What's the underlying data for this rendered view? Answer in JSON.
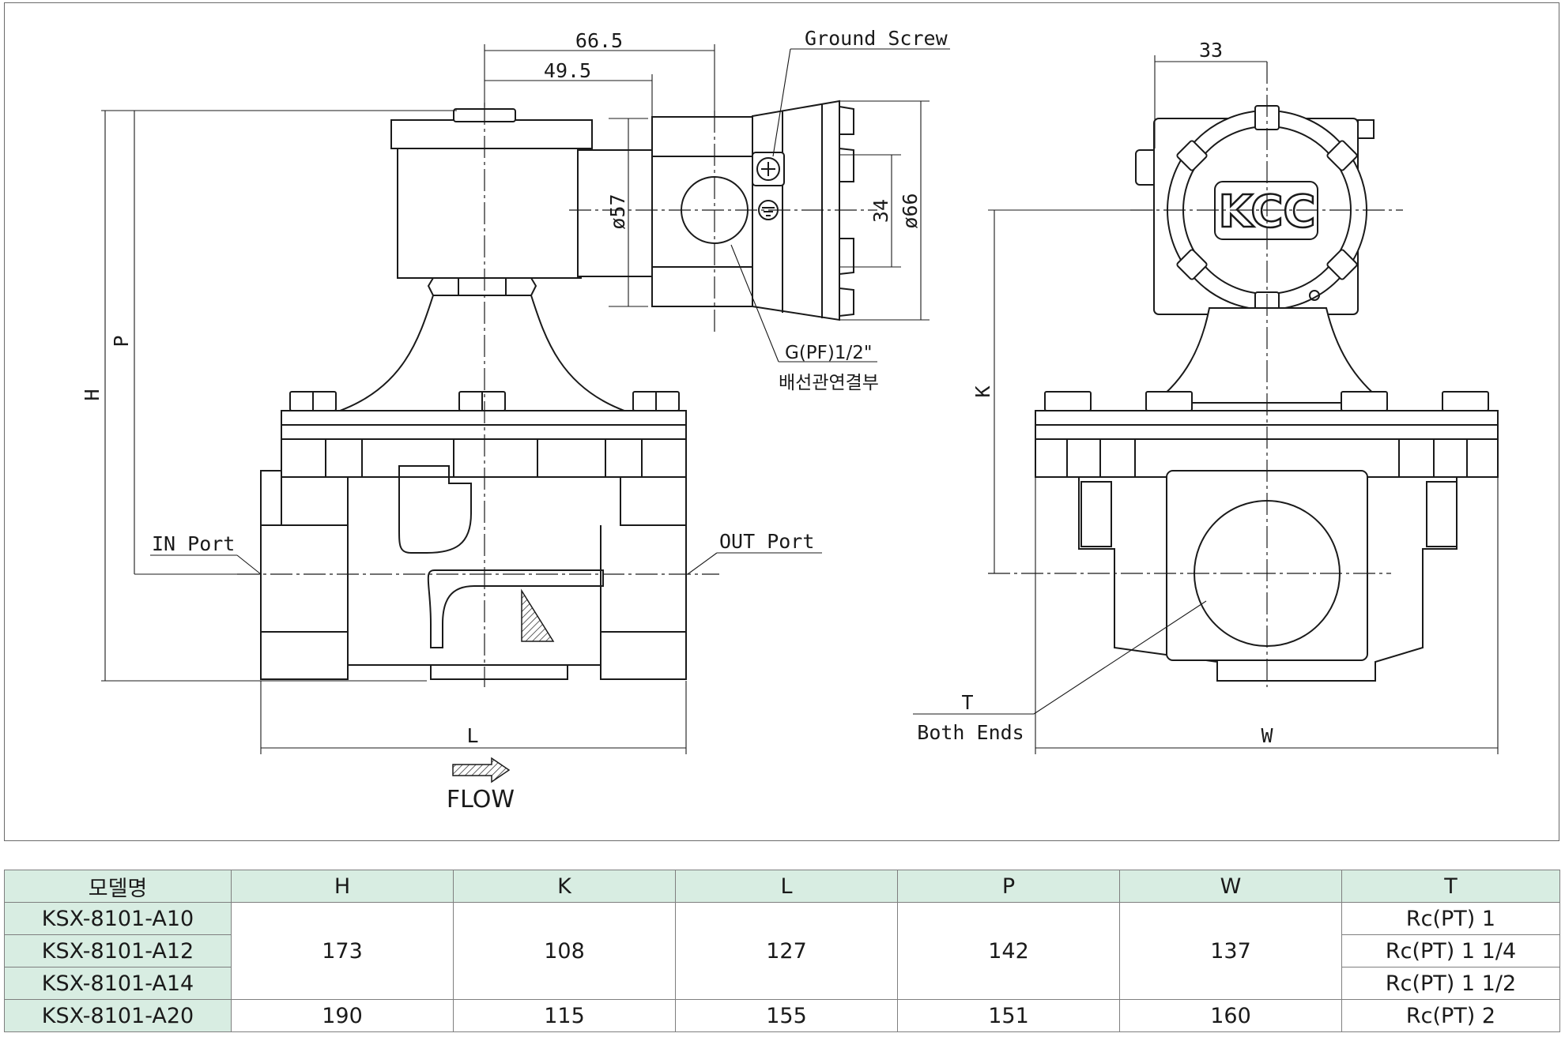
{
  "drawing": {
    "dimensions": {
      "d66_5": "66.5",
      "d49_5": "49.5",
      "d33": "33",
      "phi57": "ø57",
      "d34": "34",
      "phi66": "ø66",
      "H": "H",
      "P": "P",
      "K": "K",
      "L": "L",
      "W": "W",
      "T": "T"
    },
    "labels": {
      "ground_screw": "Ground Screw",
      "conduit_thread": "G(PF)1/2\"",
      "conduit_note": "배선관연결부",
      "in_port": "IN Port",
      "out_port": "OUT Port",
      "both_ends": "Both Ends",
      "flow": "FLOW",
      "logo": "KCC"
    }
  },
  "table": {
    "headers": [
      "모델명",
      "H",
      "K",
      "L",
      "P",
      "W",
      "T"
    ],
    "models": [
      "KSX-8101-A10",
      "KSX-8101-A12",
      "KSX-8101-A14",
      "KSX-8101-A20"
    ],
    "group_a": {
      "H": "173",
      "K": "108",
      "L": "127",
      "P": "142",
      "W": "137"
    },
    "group_b": {
      "H": "190",
      "K": "115",
      "L": "155",
      "P": "151",
      "W": "160"
    },
    "threads": [
      "Rc(PT) 1",
      "Rc(PT) 1 1/4",
      "Rc(PT) 1 1/2",
      "Rc(PT) 2"
    ]
  }
}
